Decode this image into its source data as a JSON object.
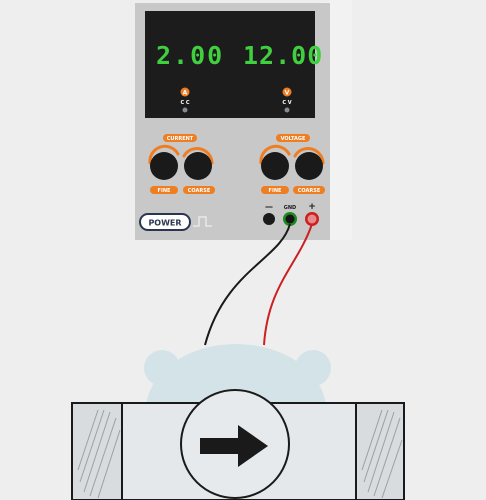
{
  "power_supply": {
    "current_display": "2.00",
    "voltage_display": "12.00",
    "current_unit": "A",
    "voltage_unit": "V",
    "cc_label": "C C",
    "cv_label": "C V",
    "current_knob_group_label": "CURRENT",
    "voltage_knob_group_label": "VOLTAGE",
    "fine_label": "FINE",
    "coarse_label": "COARSE",
    "power_button_label": "POWER",
    "negative_terminal_label": "—",
    "gnd_terminal_label": "GND",
    "positive_terminal_label": "+"
  },
  "colors": {
    "display_digits": "#3fcf3f",
    "orange": "#ef7d22",
    "body": "#ebebeb",
    "panel": "#c8c8c8",
    "screen": "#1c1c1c",
    "red_wire": "#cc2020",
    "black_wire": "#1a1a1a",
    "gnd_green": "#1c8a1c",
    "pipe": "#e4e8ea",
    "flowmeter": "#d3e3e8"
  },
  "icons": {
    "flow_direction": "arrow-right-icon",
    "power_indicator": "pulse-icon"
  }
}
